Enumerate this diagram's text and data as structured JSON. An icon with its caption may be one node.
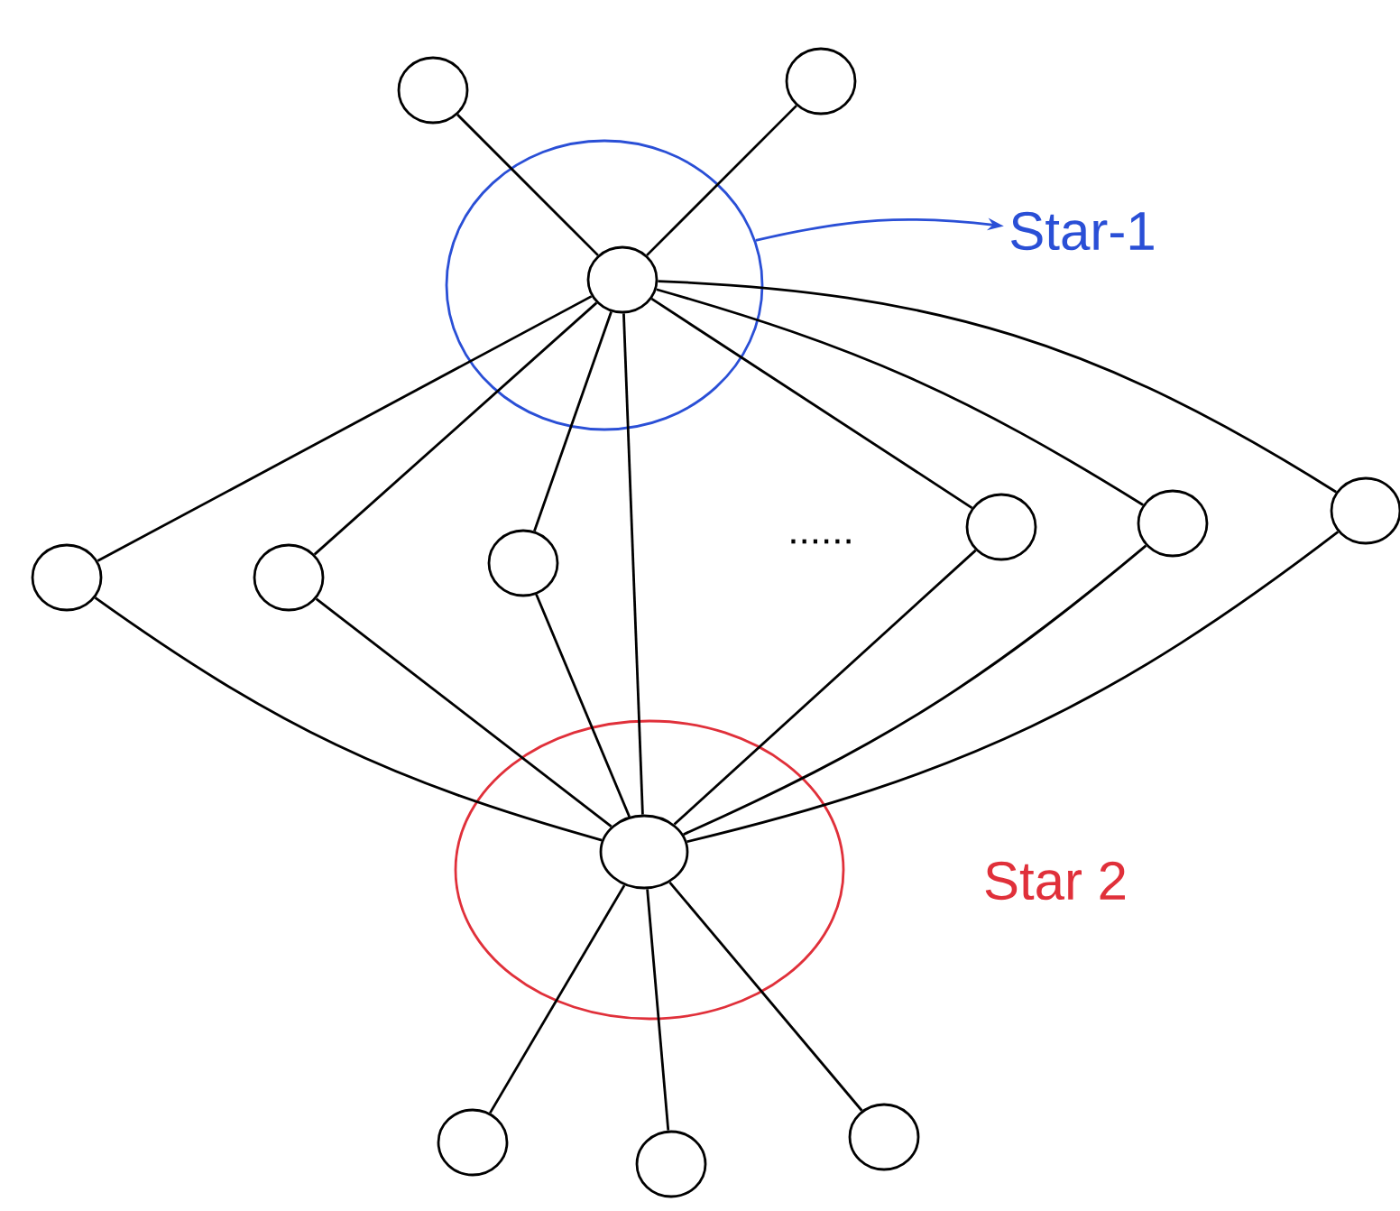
{
  "diagram": {
    "nodes": [
      {
        "text": [],
        "shape": "circle"
      },
      {
        "text": [],
        "shape": "circle"
      },
      {
        "text": [],
        "shape": "circle"
      },
      {
        "text": [],
        "shape": "circle",
        "in": 2
      },
      {
        "text": [
          "Star-1"
        ]
      },
      {
        "text": [],
        "shape": "circle"
      },
      {
        "text": [],
        "shape": "circle"
      },
      {
        "text": [],
        "shape": "circle"
      },
      {
        "text": [],
        "shape": "circle"
      },
      {
        "text": [],
        "shape": "circle"
      },
      {
        "text": [],
        "shape": "circle"
      },
      {
        "text": [
          "Star 2"
        ]
      },
      {
        "text": [],
        "shape": "circle",
        "in": 11
      },
      {
        "text": [],
        "shape": "circle"
      },
      {
        "text": [],
        "shape": "circle"
      },
      {
        "text": [],
        "shape": "circle"
      }
    ],
    "edges": [
      {
        "from": 2,
        "to": 4,
        "arrow": "to",
        "color": "#2a4fd6"
      },
      {
        "from": 3,
        "to": 0,
        "arrow": "none"
      },
      {
        "from": 3,
        "to": 1,
        "arrow": "none"
      },
      {
        "from": 3,
        "to": 5,
        "arrow": "none"
      },
      {
        "from": 3,
        "to": 6,
        "arrow": "none"
      },
      {
        "from": 3,
        "to": 7,
        "arrow": "none"
      },
      {
        "from": 3,
        "to": 12,
        "arrow": "none"
      },
      {
        "from": 3,
        "to": 8,
        "arrow": "none"
      },
      {
        "from": 3,
        "to": 9,
        "arrow": "none"
      },
      {
        "from": 3,
        "to": 10,
        "arrow": "none"
      },
      {
        "from": 12,
        "to": 5,
        "arrow": "none"
      },
      {
        "from": 12,
        "to": 6,
        "arrow": "none"
      },
      {
        "from": 12,
        "to": 7,
        "arrow": "none"
      },
      {
        "from": 12,
        "to": 8,
        "arrow": "none"
      },
      {
        "from": 12,
        "to": 9,
        "arrow": "none"
      },
      {
        "from": 12,
        "to": 10,
        "arrow": "none"
      },
      {
        "from": 12,
        "to": 13,
        "arrow": "none"
      },
      {
        "from": 12,
        "to": 14,
        "arrow": "none"
      },
      {
        "from": 12,
        "to": 15,
        "arrow": "none"
      }
    ],
    "labels": [
      "......"
    ]
  }
}
